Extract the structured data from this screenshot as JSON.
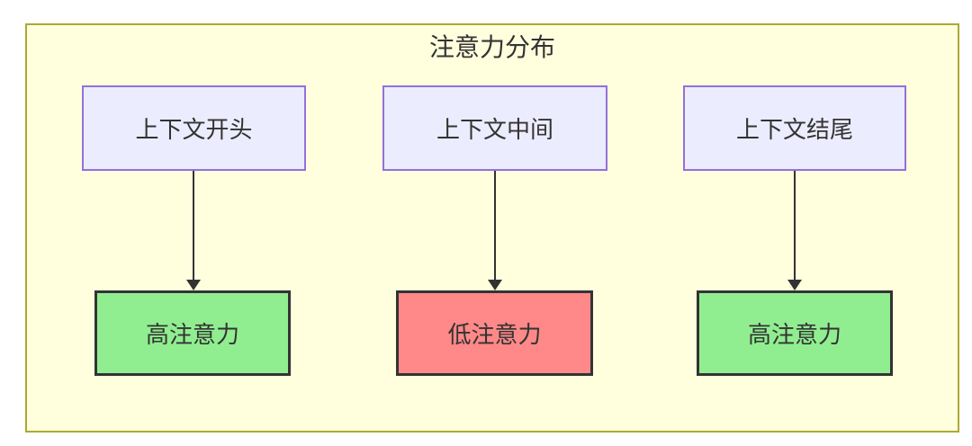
{
  "diagram": {
    "type": "flowchart-top-down",
    "title": "注意力分布",
    "columns": [
      {
        "source": "上下文开头",
        "target": "高注意力",
        "level": "high"
      },
      {
        "source": "上下文中间",
        "target": "低注意力",
        "level": "low"
      },
      {
        "source": "上下文结尾",
        "target": "高注意力",
        "level": "high"
      }
    ]
  },
  "colors": {
    "canvas-bg": "#ffffff",
    "cluster-bg": "#ffffde",
    "cluster-border": "#aaaa33",
    "node-bg": "#ececff",
    "node-border": "#9370db",
    "high-bg": "#90ee90",
    "low-bg": "#ff8888",
    "stroke": "#333333",
    "text": "#333333"
  }
}
